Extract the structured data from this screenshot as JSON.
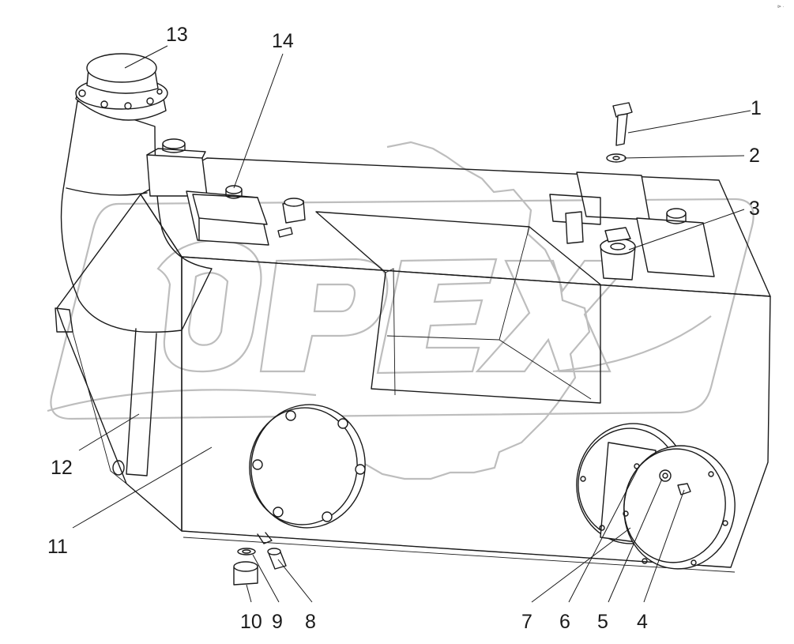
{
  "diagram": {
    "type": "exploded-parts-drawing",
    "subject": "hydraulic oil tank assembly",
    "watermark_text": "OPEX",
    "corner_mark": "⊳ ·",
    "callouts": [
      {
        "id": "1",
        "label": "1"
      },
      {
        "id": "2",
        "label": "2"
      },
      {
        "id": "3",
        "label": "3"
      },
      {
        "id": "4",
        "label": "4"
      },
      {
        "id": "5",
        "label": "5"
      },
      {
        "id": "6",
        "label": "6"
      },
      {
        "id": "7",
        "label": "7"
      },
      {
        "id": "8",
        "label": "8"
      },
      {
        "id": "9",
        "label": "9"
      },
      {
        "id": "10",
        "label": "10"
      },
      {
        "id": "11",
        "label": "11"
      },
      {
        "id": "12",
        "label": "12"
      },
      {
        "id": "13",
        "label": "13"
      },
      {
        "id": "14",
        "label": "14"
      }
    ],
    "colors": {
      "line": "#1a1a1a",
      "watermark": "#bdbdbd",
      "background": "#ffffff"
    }
  }
}
